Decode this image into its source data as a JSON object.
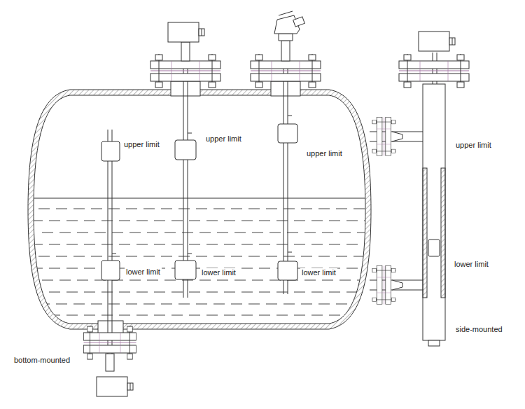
{
  "diagram": {
    "labels": [
      "upper limit",
      "upper limit",
      "upper limit",
      "upper limit",
      "lower limit",
      "lower limit",
      "lower limit",
      "lower limit",
      "bottom-mounted",
      "side-mounted"
    ]
  }
}
